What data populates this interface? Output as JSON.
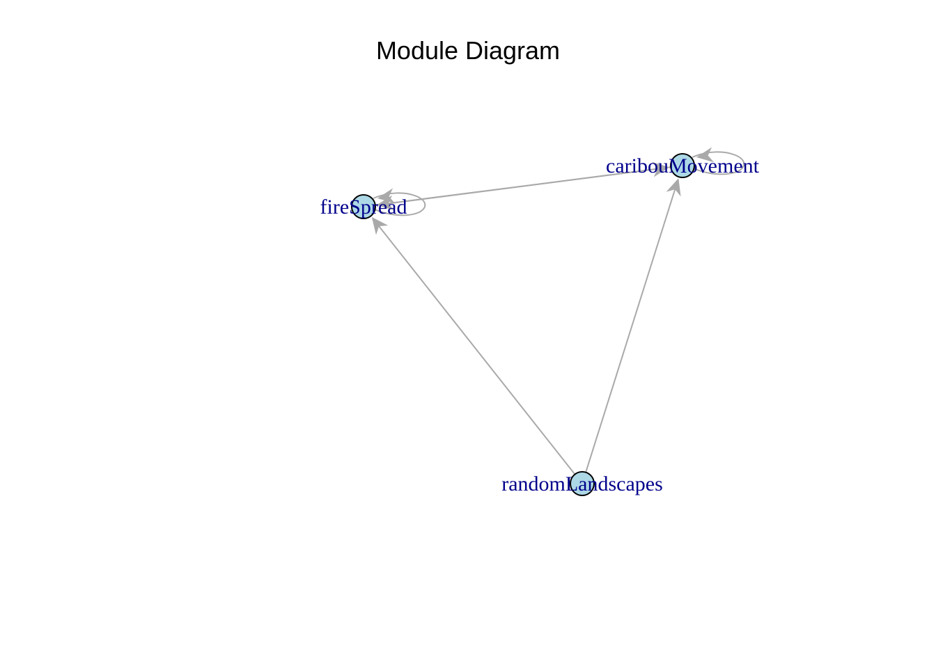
{
  "diagram": {
    "title": "Module Diagram",
    "colors": {
      "node_fill": "#add8e6",
      "node_stroke": "#000000",
      "edge": "#a9a9a9",
      "label": "#00008b"
    },
    "nodes": [
      {
        "id": "fireSpread",
        "label": "fireSpread"
      },
      {
        "id": "caribouMovement",
        "label": "caribouMovement"
      },
      {
        "id": "randomLandscapes",
        "label": "randomLandscapes"
      }
    ],
    "edges": [
      {
        "from": "randomLandscapes",
        "to": "fireSpread"
      },
      {
        "from": "randomLandscapes",
        "to": "caribouMovement"
      },
      {
        "from": "fireSpread",
        "to": "caribouMovement"
      },
      {
        "from": "caribouMovement",
        "to": "fireSpread"
      },
      {
        "from": "fireSpread",
        "to": "fireSpread"
      },
      {
        "from": "caribouMovement",
        "to": "caribouMovement"
      }
    ]
  }
}
